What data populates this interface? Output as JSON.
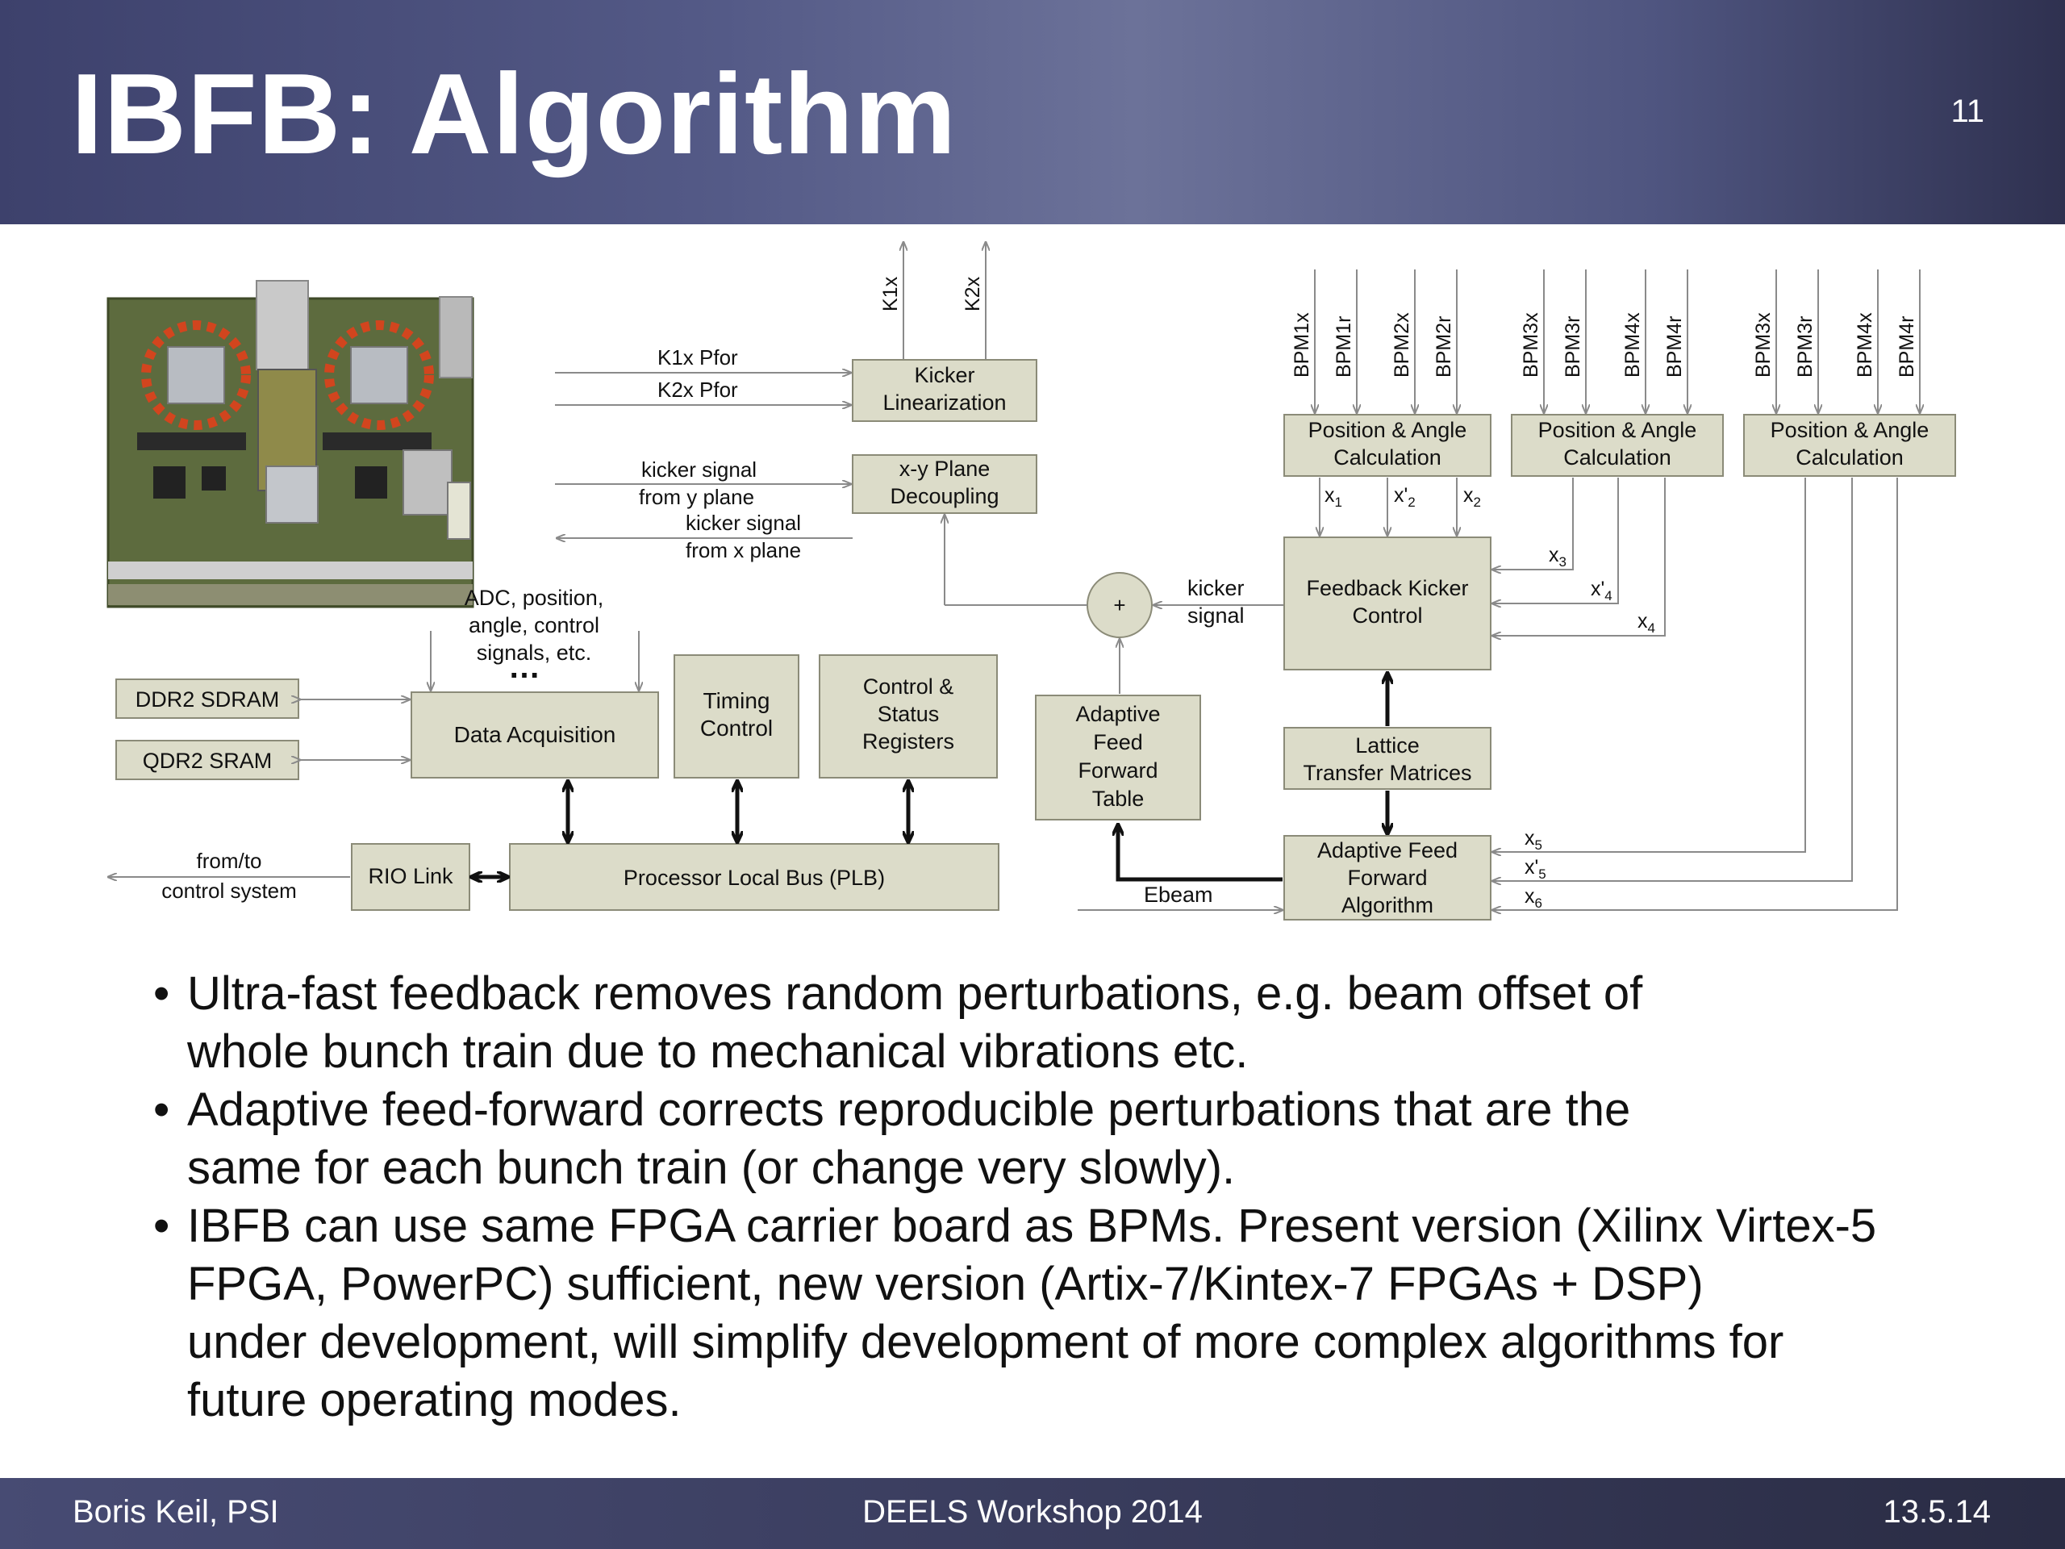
{
  "slide": {
    "title": "IBFB: Algorithm",
    "number": "11"
  },
  "diagram": {
    "kicker_linearization": "Kicker Linearization",
    "kicker_linearization_lines": [
      "Kicker",
      "Linearization"
    ],
    "xy_decoupling_lines": [
      "x-y Plane",
      "Decoupling"
    ],
    "k1x_out": "K1x",
    "k2x_out": "K2x",
    "k1x_pfor": "K1x Pfor",
    "k2x_pfor": "K2x Pfor",
    "kicker_y_lines": [
      "kicker signal",
      "from y plane"
    ],
    "kicker_x_lines": [
      "kicker signal",
      "from x plane"
    ],
    "adc_lines": [
      "ADC, position,",
      "angle, control",
      "signals, etc."
    ],
    "ellipsis": "…",
    "ddr2": "DDR2 SDRAM",
    "qdr2": "QDR2 SRAM",
    "data_acq": "Data Acquisition",
    "timing_lines": [
      "Timing",
      "Control"
    ],
    "csr_lines": [
      "Control &",
      "Status",
      "Registers"
    ],
    "rio": "RIO Link",
    "plb": "Processor Local Bus (PLB)",
    "fromto_lines": [
      "from/to",
      "control system"
    ],
    "adder": "+",
    "kicker_signal_lines": [
      "kicker",
      "signal"
    ],
    "aff_table_lines": [
      "Adaptive",
      "Feed",
      "Forward",
      "Table"
    ],
    "ebeam": "Ebeam",
    "fkc_lines": [
      "Feedback Kicker",
      "Control"
    ],
    "ltm_lines": [
      "Lattice",
      "Transfer Matrices"
    ],
    "affa_lines": [
      "Adaptive Feed",
      "Forward",
      "Algorithm"
    ],
    "pac_lines": [
      "Position & Angle",
      "Calculation"
    ],
    "bpm_group1": [
      "BPM1x",
      "BPM1r",
      "BPM2x",
      "BPM2r"
    ],
    "bpm_group2": [
      "BPM3x",
      "BPM3r",
      "BPM4x",
      "BPM4r"
    ],
    "bpm_group3": [
      "BPM3x",
      "BPM3r",
      "BPM4x",
      "BPM4r"
    ],
    "sig_x1": {
      "base": "x",
      "sub": "1"
    },
    "sig_x2p": {
      "base": "x'",
      "sub": "2"
    },
    "sig_x2": {
      "base": "x",
      "sub": "2"
    },
    "sig_x3": {
      "base": "x",
      "sub": "3"
    },
    "sig_x4p": {
      "base": "x'",
      "sub": "4"
    },
    "sig_x4": {
      "base": "x",
      "sub": "4"
    },
    "sig_x5": {
      "base": "x",
      "sub": "5"
    },
    "sig_x5p": {
      "base": "x'",
      "sub": "5"
    },
    "sig_x6": {
      "base": "x",
      "sub": "6"
    }
  },
  "bullets": [
    {
      "lines": [
        "Ultra-fast feedback removes random perturbations, e.g. beam offset of",
        "whole bunch train due to mechanical vibrations etc."
      ]
    },
    {
      "lines": [
        "Adaptive feed-forward corrects reproducible perturbations that are the",
        "same for each bunch train (or change very slowly)."
      ]
    },
    {
      "lines": [
        "IBFB can use same FPGA carrier board as BPMs. Present version (Xilinx Virtex-5",
        "FPGA,  PowerPC) sufficient, new version (Artix-7/Kintex-7 FPGAs + DSP)",
        "under development, will simplify development of more complex algorithms for",
        "future operating modes."
      ]
    }
  ],
  "bullet_marker": "•",
  "footer": {
    "author": "Boris Keil, PSI",
    "event": "DEELS Workshop 2014",
    "date": "13.5.14"
  }
}
